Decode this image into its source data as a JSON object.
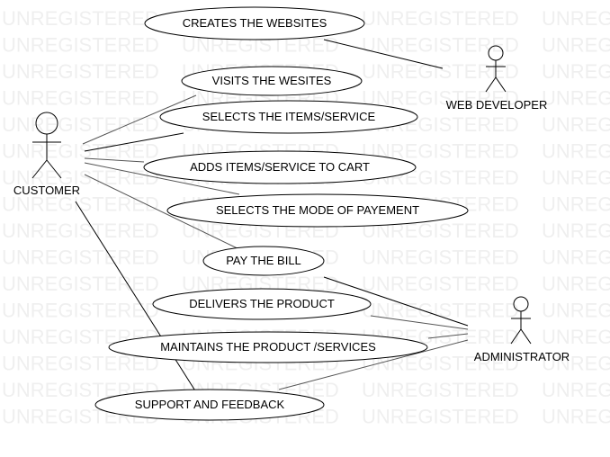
{
  "watermark": "UNREGISTERED",
  "actors": {
    "customer": "CUSTOMER",
    "web_developer": "WEB DEVELOPER",
    "administrator": "ADMINISTRATOR"
  },
  "use_cases": {
    "creates_websites": "CREATES THE WEBSITES",
    "visits_websites": "VISITS THE WESITES",
    "selects_items": "SELECTS THE ITEMS/SERVICE",
    "adds_to_cart": "ADDS ITEMS/SERVICE TO CART",
    "selects_payment": "SELECTS THE MODE OF PAYEMENT",
    "pay_bill": "PAY THE BILL",
    "delivers_product": "DELIVERS THE PRODUCT",
    "maintains_product": "MAINTAINS THE PRODUCT /SERVICES",
    "support_feedback": "SUPPORT AND FEEDBACK"
  }
}
